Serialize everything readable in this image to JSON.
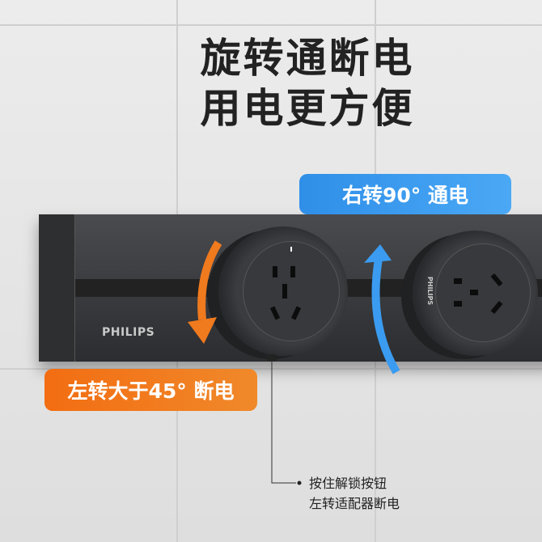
{
  "headline": {
    "line1": "旋转通断电",
    "line2": "用电更方便"
  },
  "blue_badge": {
    "text": "右转90° 通电",
    "color": "#3a9bf0"
  },
  "orange_badge": {
    "text": "左转大于45° 断电",
    "color": "#f07a1e"
  },
  "product": {
    "brand_logo": "PHILIPS",
    "socket_brand": "PHILIPS"
  },
  "callout": {
    "line1": "按住解锁按钮",
    "line2": "左转适配器断电"
  }
}
